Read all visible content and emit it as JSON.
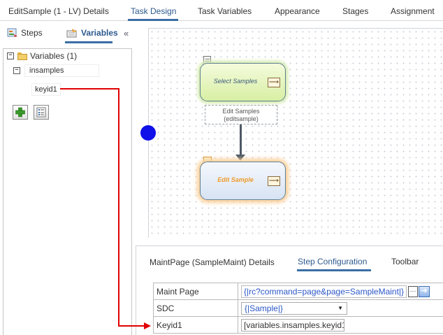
{
  "topbar": {
    "title": "EditSample (1 - LV) Details",
    "tabs": [
      "Task Design",
      "Task Variables",
      "Appearance",
      "Stages",
      "Assignment"
    ],
    "active_tab": "Task Design"
  },
  "leftpanel": {
    "tabs": [
      "Steps",
      "Variables"
    ],
    "active_tab": "Variables",
    "collapse_glyph": "«",
    "tree": {
      "root_label": "Variables (1)",
      "variable": "insamples",
      "field": "keyid1"
    }
  },
  "canvas": {
    "step1": {
      "label": "Select Samples"
    },
    "transition": {
      "line1": "Edit Samples",
      "line2": "(editsample)"
    },
    "step2": {
      "label": "Edit Sample"
    }
  },
  "bottompanel": {
    "title": "MaintPage (SampleMaint) Details",
    "tabs": [
      "Step Configuration",
      "Toolbar"
    ],
    "active_tab": "Step Configuration",
    "rows": [
      {
        "key": "Maint Page",
        "value": "{|rc?command=page&page=SampleMaint|}"
      },
      {
        "key": "SDC",
        "value": "{|Sample|}"
      },
      {
        "key": "Keyid1",
        "value": "[variables.insamples.keyid1"
      }
    ]
  },
  "colors": {
    "accent": "#3a6ea5",
    "start_node": "#1010e8",
    "annotation": "#e00000",
    "link": "#2a56c6"
  },
  "icons": [
    "steps-icon",
    "variables-icon",
    "folder-icon",
    "add-icon",
    "properties-icon",
    "note-icon",
    "arrow-right-icon",
    "ellipsis-icon",
    "go-arrow-icon",
    "dropdown-caret-icon"
  ]
}
